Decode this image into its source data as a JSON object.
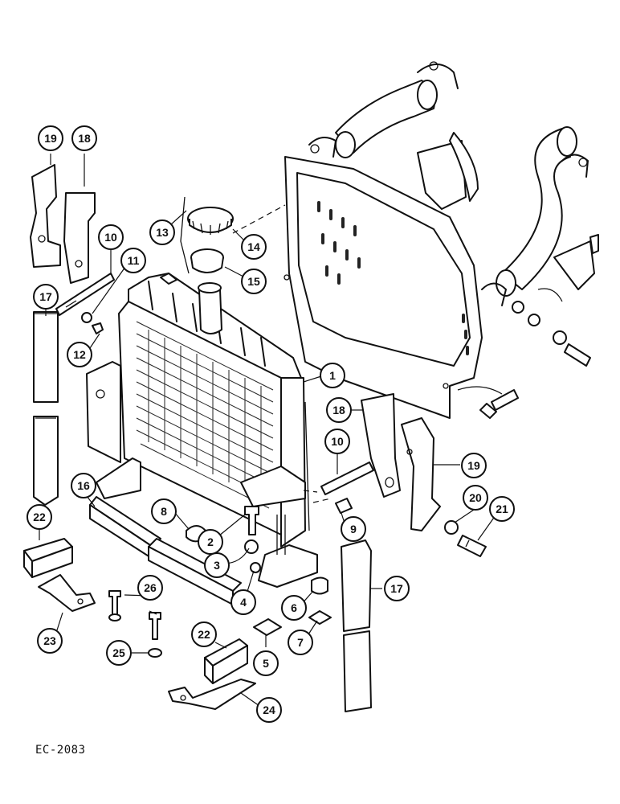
{
  "figure": {
    "code": "EC-2083"
  },
  "callouts": [
    {
      "id": "callout-1",
      "label": "1"
    },
    {
      "id": "callout-2",
      "label": "2"
    },
    {
      "id": "callout-3",
      "label": "3"
    },
    {
      "id": "callout-4",
      "label": "4"
    },
    {
      "id": "callout-5",
      "label": "5"
    },
    {
      "id": "callout-6",
      "label": "6"
    },
    {
      "id": "callout-7",
      "label": "7"
    },
    {
      "id": "callout-8",
      "label": "8"
    },
    {
      "id": "callout-9",
      "label": "9"
    },
    {
      "id": "callout-10a",
      "label": "10"
    },
    {
      "id": "callout-10b",
      "label": "10"
    },
    {
      "id": "callout-11",
      "label": "11"
    },
    {
      "id": "callout-12",
      "label": "12"
    },
    {
      "id": "callout-13",
      "label": "13"
    },
    {
      "id": "callout-14",
      "label": "14"
    },
    {
      "id": "callout-15",
      "label": "15"
    },
    {
      "id": "callout-16",
      "label": "16"
    },
    {
      "id": "callout-17a",
      "label": "17"
    },
    {
      "id": "callout-17b",
      "label": "17"
    },
    {
      "id": "callout-18a",
      "label": "18"
    },
    {
      "id": "callout-18b",
      "label": "18"
    },
    {
      "id": "callout-19a",
      "label": "19"
    },
    {
      "id": "callout-19b",
      "label": "19"
    },
    {
      "id": "callout-20",
      "label": "20"
    },
    {
      "id": "callout-21",
      "label": "21"
    },
    {
      "id": "callout-22a",
      "label": "22"
    },
    {
      "id": "callout-22b",
      "label": "22"
    },
    {
      "id": "callout-23",
      "label": "23"
    },
    {
      "id": "callout-24",
      "label": "24"
    },
    {
      "id": "callout-25",
      "label": "25"
    },
    {
      "id": "callout-26",
      "label": "26"
    }
  ]
}
